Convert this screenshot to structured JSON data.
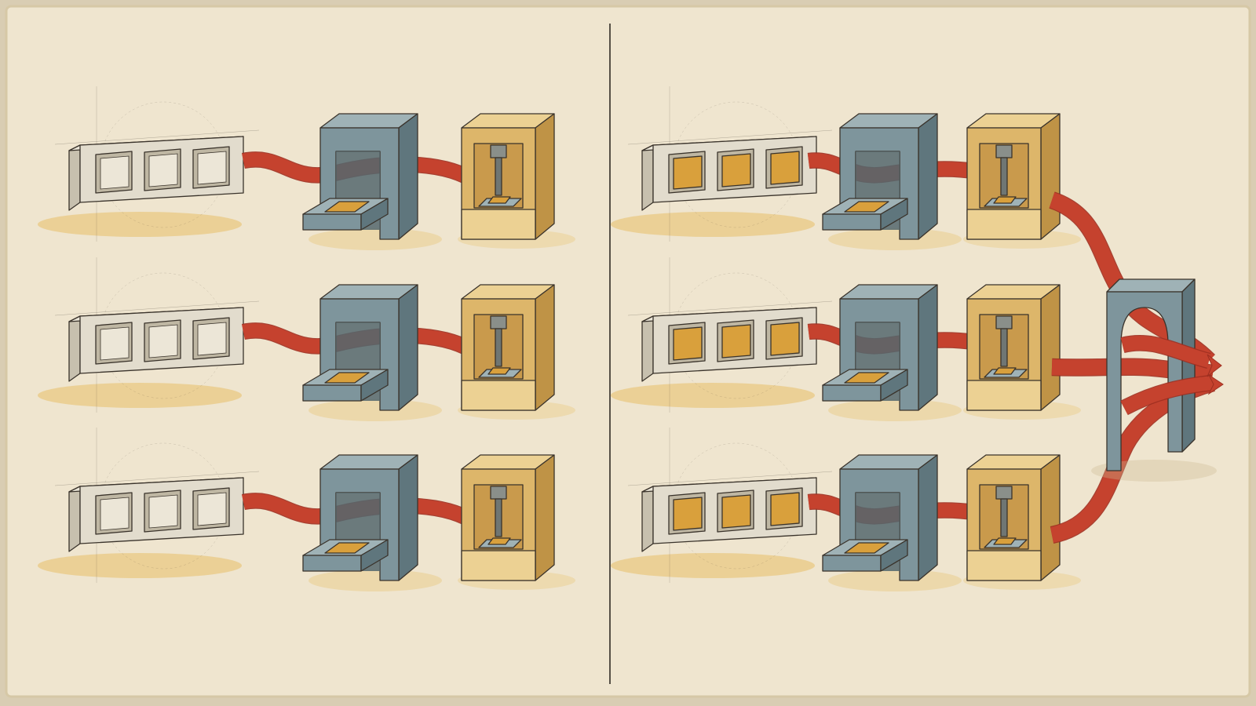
{
  "diagram": {
    "panels": [
      {
        "side": "left",
        "state": "unfilled",
        "rows": 3,
        "stages": [
          "frame",
          "arch-tray",
          "press"
        ],
        "ribbon_ends_at_press": true
      },
      {
        "side": "right",
        "state": "filled",
        "rows": 3,
        "stages": [
          "frame",
          "arch-tray",
          "press"
        ],
        "ribbons_converge_to": "gate"
      }
    ],
    "windows_per_frame": 3,
    "colors": {
      "paper": "#efe5cf",
      "paper_edge": "#d6c8a6",
      "frame": "#e2dccd",
      "frame_side": "#c7c0ae",
      "slate": "#7e959c",
      "slate_light": "#9fb2b6",
      "slate_dark": "#5f767d",
      "ochre": "#ddb66a",
      "ochre_light": "#ecd193",
      "ochre_dark": "#bf9346",
      "gold": "#d9a03c",
      "ribbon": "#c5422e",
      "ribbon_dark": "#9e2f20",
      "ink": "#3a332b",
      "wash": "#e7bf68"
    }
  }
}
